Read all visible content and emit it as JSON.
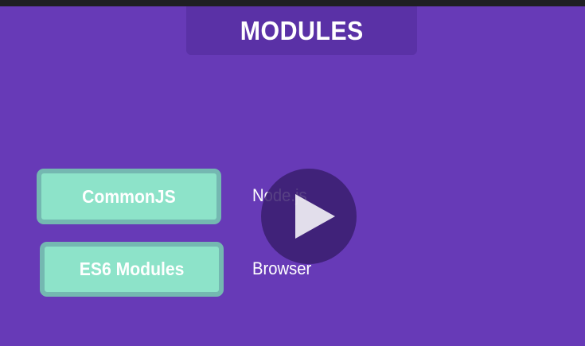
{
  "header": {
    "title": "MODULES"
  },
  "modules": [
    {
      "label": "CommonJS",
      "environment": "Node.js"
    },
    {
      "label": "ES6 Modules",
      "environment": "Browser"
    }
  ],
  "player": {
    "play_icon": "play-icon"
  },
  "colors": {
    "background": "#673ab7",
    "title_box": "#5a31a6",
    "button_fill": "#8de3c9",
    "button_border": "#74b8b1",
    "top_bar": "#1f1f23"
  }
}
